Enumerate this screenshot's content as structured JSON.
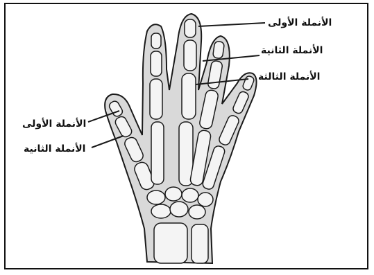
{
  "figure": {
    "labels": {
      "first_phalanx_right": "الأنملة الأولى",
      "second_phalanx_right": "الأنملة الثانية",
      "third_phalanx_right": "الأنملة الثالثة",
      "first_phalanx_left": "الأنملة الأولى",
      "second_phalanx_left": "الأنملة الثانية"
    },
    "colors": {
      "outline": "#1a1a1a",
      "flesh": "#d9d9d9",
      "bone": "#f4f4f4"
    }
  }
}
